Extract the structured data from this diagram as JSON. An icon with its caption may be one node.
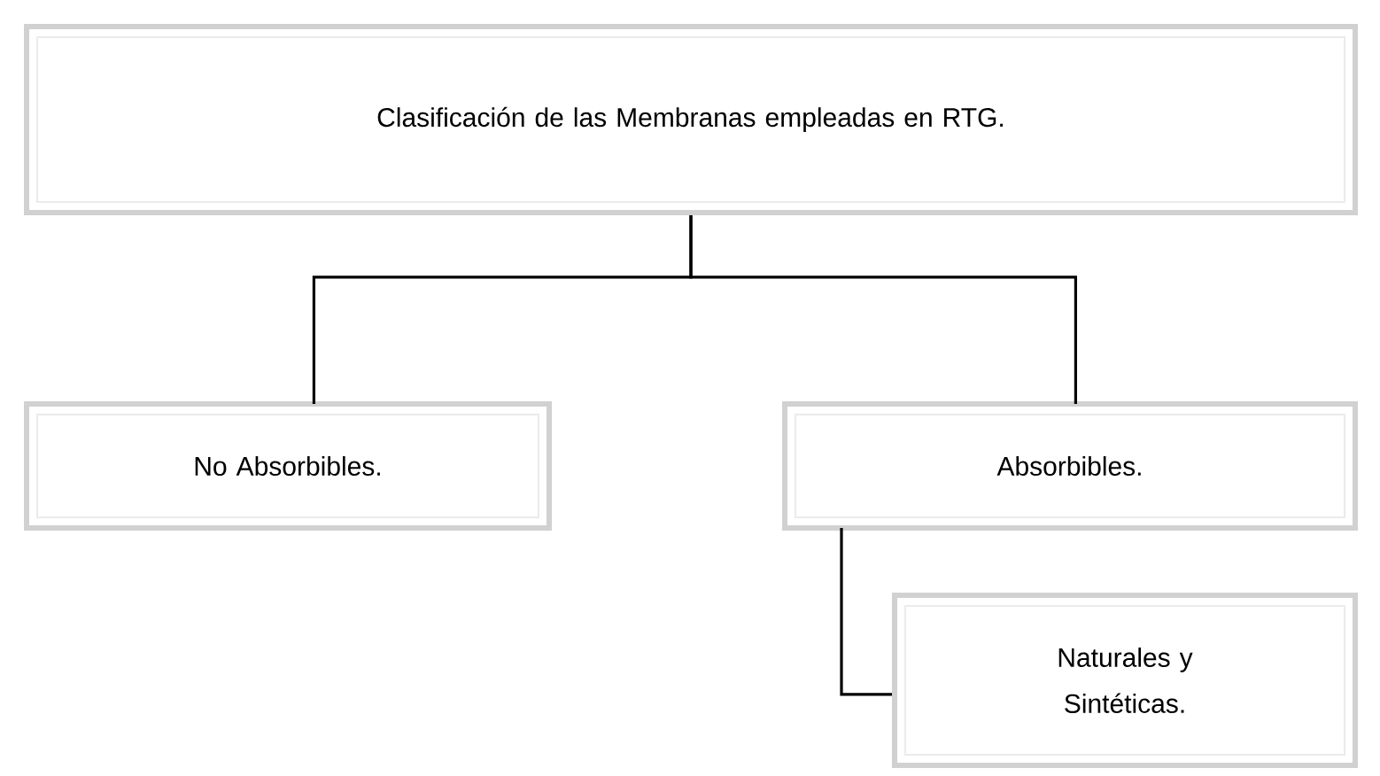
{
  "diagram": {
    "nodes": [
      {
        "text": [
          "Clasificación de las Membranas empleadas en RTG."
        ]
      },
      {
        "text": [
          "No Absorbibles."
        ]
      },
      {
        "text": [
          "Absorbibles."
        ]
      },
      {
        "text": [
          "Naturales y Sintéticas."
        ]
      }
    ],
    "edges": [
      {
        "from": 0,
        "to": 1,
        "arrow": "none"
      },
      {
        "from": 0,
        "to": 2,
        "arrow": "none"
      },
      {
        "from": 2,
        "to": 3,
        "arrow": "none"
      }
    ]
  }
}
